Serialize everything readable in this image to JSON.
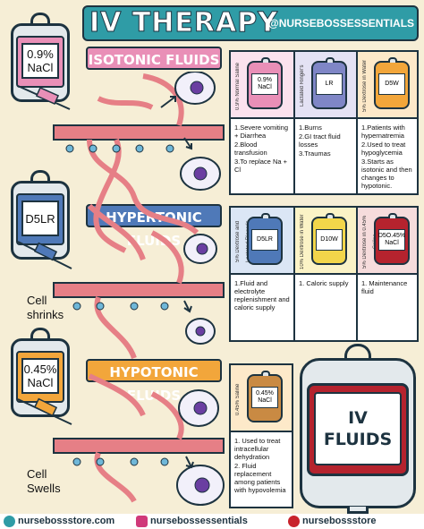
{
  "title": "IV THERAPY",
  "handle": "@NURSEBOSSESSENTIALS",
  "sections": {
    "isotonic": {
      "header": "ISOTONIC FLUIDS",
      "bag_label": "0.9% NaCl",
      "color": "#e98fb7"
    },
    "hypertonic": {
      "header": "HYPERTONIC FLUIDS",
      "bag_label": "D5LR",
      "color": "#4f79b8",
      "caption": "Cell shrinks"
    },
    "hypotonic": {
      "header": "HYPOTONIC FLUIDS",
      "bag_label": "0.45% NaCl",
      "color": "#f2a63b",
      "caption": "Cell Swells"
    }
  },
  "isotonic_table": [
    {
      "vlabel": "0.9% Normal Saline",
      "bag": "0.9% NaCl",
      "bag_color": "#e98fb7",
      "items": [
        "1.Severe vomiting + Diarrhea",
        "2.Blood transfusion",
        "3.To replace Na + Cl"
      ]
    },
    {
      "vlabel": "Lactated Ringer's",
      "bag": "LR",
      "bag_color": "#7f86c6",
      "items": [
        "1.Burns",
        "2.GI tract fluid losses",
        "3.Traumas"
      ]
    },
    {
      "vlabel": "5% Dextrose in Water",
      "bag": "D5W",
      "bag_color": "#f2a63b",
      "items": [
        "1.Patients with hypernatremia",
        "2.Used to treat hypoglycemia",
        "3.Starts as isotonic and then changes to hypotonic."
      ]
    }
  ],
  "hypertonic_table": [
    {
      "vlabel": "5% Dextrose and Lactated Ringer's",
      "bag": "D5LR",
      "bag_color": "#4f79b8",
      "items": [
        "1.Fluid and electrolyte replenishment and caloric supply"
      ]
    },
    {
      "vlabel": "10% Dextrose in Water",
      "bag": "D10W",
      "bag_color": "#f2d64a",
      "items": [
        "1. Caloric supply"
      ]
    },
    {
      "vlabel": "5% Dextrose in 0.45% Saline",
      "bag": "D5O.45% NaCl",
      "bag_color": "#b5232e",
      "items": [
        "1. Maintenance fluid"
      ]
    }
  ],
  "hypotonic_table": [
    {
      "vlabel": "0.45% Saline",
      "bag": "0.45% NaCl",
      "bag_color": "#c98a43",
      "items": [
        "1. Used to treat intracellular dehydration",
        "2. Fluid replacement among patients with hypovolemia"
      ]
    }
  ],
  "big_bag_label": "IV FLUIDS",
  "footer": {
    "website": "nursebossstore.com",
    "instagram": "nursebossessentials",
    "pinterest": "nursebossstore"
  }
}
